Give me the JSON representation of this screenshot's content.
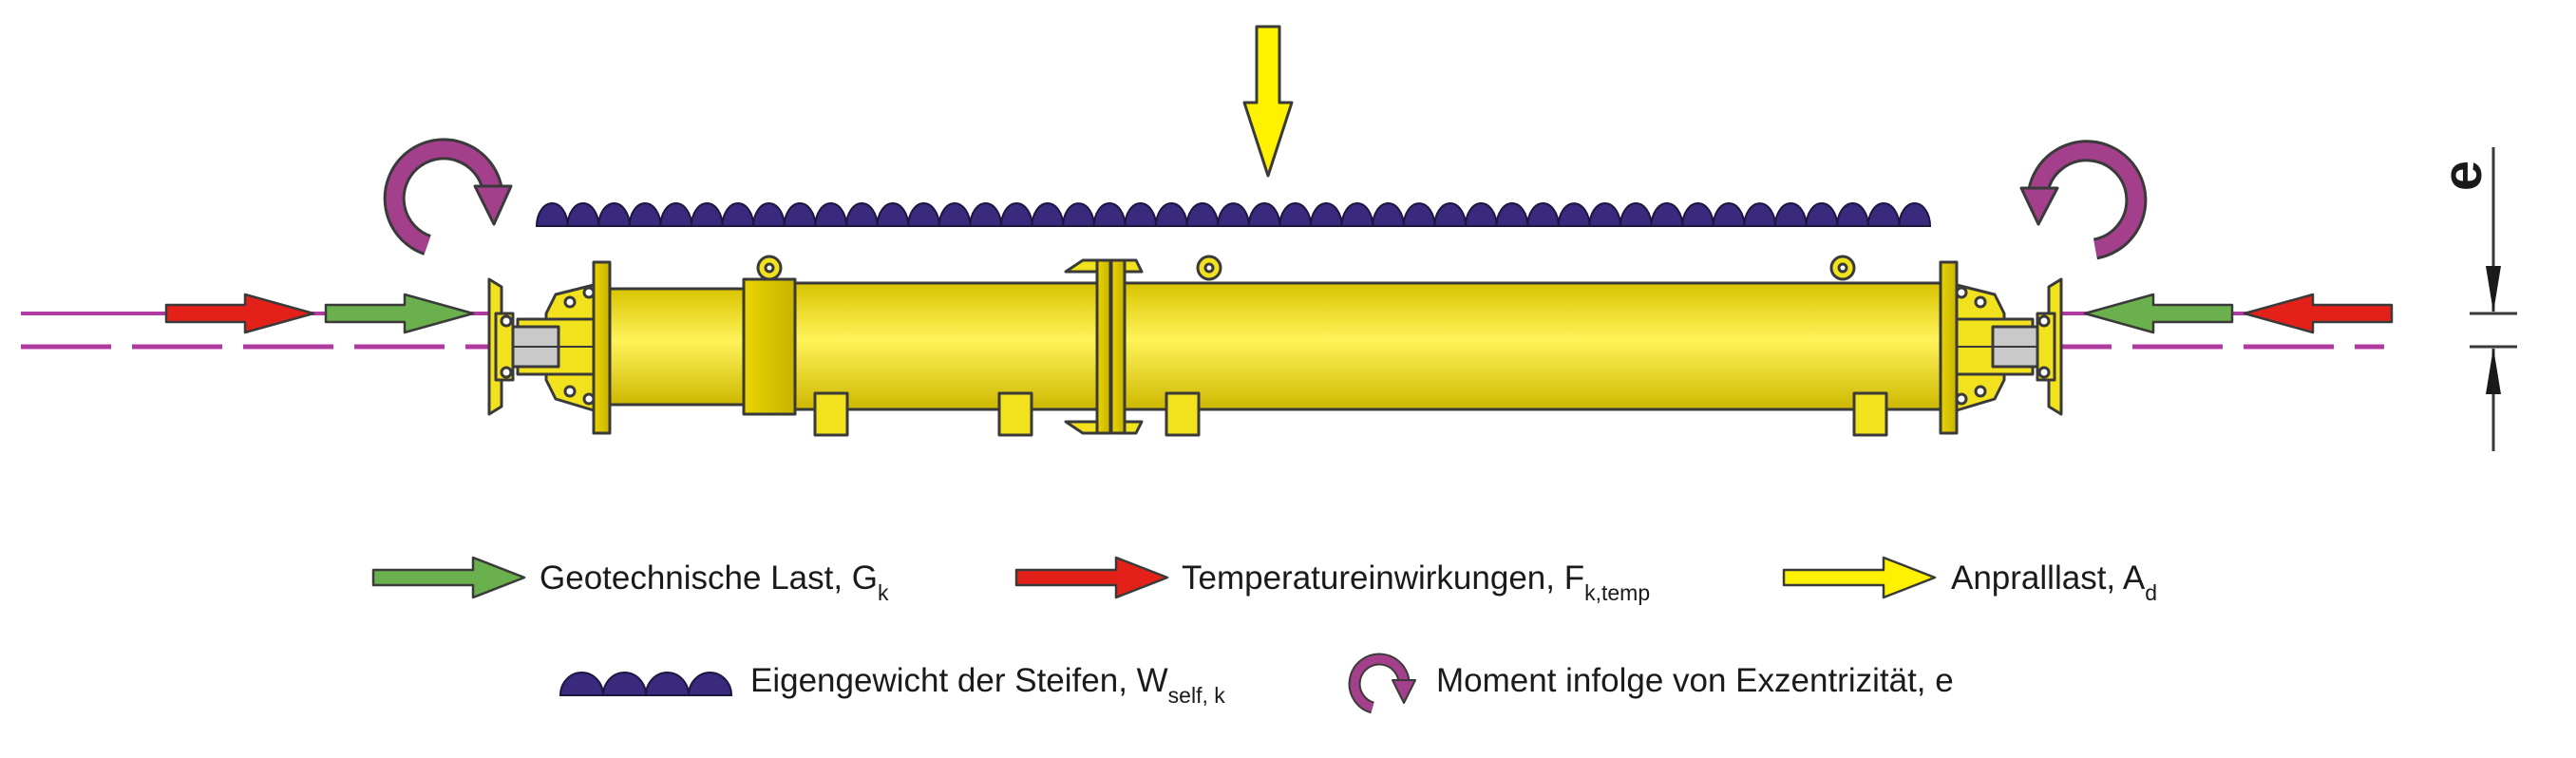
{
  "colors": {
    "geotech": "#6ab04c",
    "temperature": "#e32119",
    "impact": "#fff200",
    "selfweight": "#3a2a7e",
    "moment": "#a43f8c",
    "axis": "#b03aa0",
    "strut": "#f2e21d",
    "outline": "#3a3a3a"
  },
  "icons": {
    "geotech": "green-arrow-icon",
    "temperature": "red-arrow-icon",
    "impact": "yellow-arrow-icon",
    "selfweight": "scalloped-load-icon",
    "moment": "curved-moment-arrow-icon"
  },
  "eccentricity_label": "e",
  "legend": {
    "geotech": {
      "text": "Geotechnische Last, G",
      "sub": "k"
    },
    "temperature": {
      "text": "Temperatureinwirkungen, F",
      "sub": "k,temp"
    },
    "impact": {
      "text": "Anpralllast, A",
      "sub": "d"
    },
    "selfweight": {
      "text": "Eigengewicht der Steifen, W",
      "sub": "self, k"
    },
    "moment": {
      "text": "Moment infolge von Exzentrizität, e",
      "sub": ""
    }
  }
}
